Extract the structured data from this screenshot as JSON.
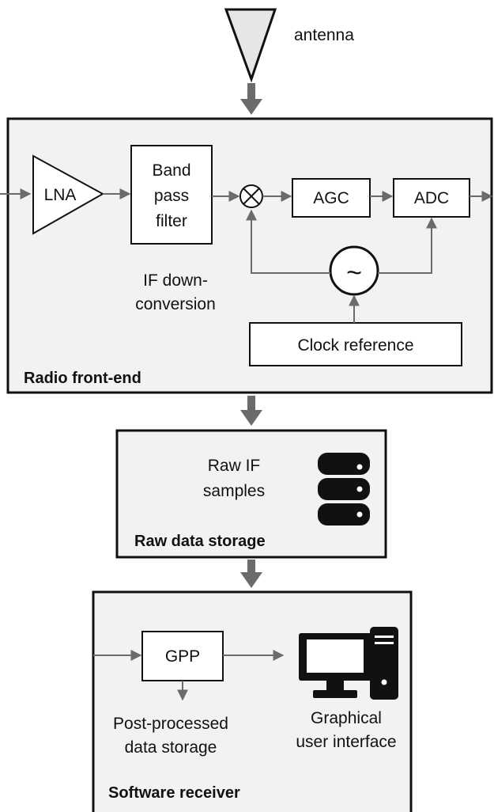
{
  "antenna": {
    "label": "antenna"
  },
  "front_end": {
    "title": "Radio front-end",
    "lna": "LNA",
    "bandpass": {
      "line1": "Band",
      "line2": "pass",
      "line3": "filter"
    },
    "mixer_caption": {
      "line1": "IF down-",
      "line2": "conversion"
    },
    "agc": "AGC",
    "adc": "ADC",
    "oscillator_symbol": "~",
    "clock": "Clock reference"
  },
  "storage": {
    "title": "Raw data storage",
    "text": {
      "line1": "Raw IF",
      "line2": "samples"
    }
  },
  "receiver": {
    "title": "Software receiver",
    "gpp": "GPP",
    "post": {
      "line1": "Post-processed",
      "line2": "data storage"
    },
    "gui": {
      "line1": "Graphical",
      "line2": "user interface"
    }
  },
  "colors": {
    "panel_fill": "#f2f2f2",
    "box_fill": "#ffffff",
    "stroke": "#111111",
    "arrow": "#6b6b6b",
    "antenna_fill": "#e6e6e6"
  },
  "icons": [
    "database-icon",
    "desktop-computer-icon",
    "oscillator-icon",
    "mixer-icon",
    "antenna-icon"
  ]
}
